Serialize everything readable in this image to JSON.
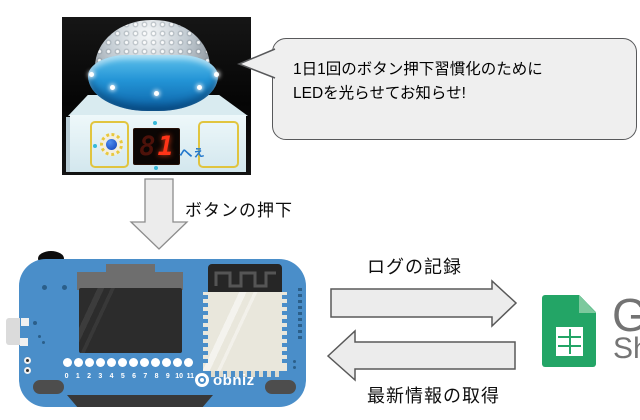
{
  "speech_bubble": {
    "line1": "1日1回のボタン押下習慣化のために",
    "line2": "LEDを光らせてお知らせ!"
  },
  "flow_labels": {
    "button_press": "ボタンの押下",
    "log_record": "ログの記録",
    "fetch_latest": "最新情報の取得"
  },
  "hee_button_device": {
    "segment_display_ghost": "8",
    "segment_display_value": "1",
    "hee_text": "へぇ"
  },
  "obniz_board": {
    "logo_text": "obniz",
    "pin_numbers": [
      "0",
      "1",
      "2",
      "3",
      "4",
      "5",
      "6",
      "7",
      "8",
      "9",
      "10",
      "11"
    ]
  },
  "google_sheets": {
    "brand_text_line1": "G",
    "brand_text_line2": "Sh"
  },
  "colors": {
    "obniz_blue": "#4a8ec9",
    "sheets_green": "#23a566",
    "sheets_fold": "#7cc99d",
    "bubble_fill": "#efefef",
    "bubble_border": "#58595b",
    "arrow_fill": "#ececec",
    "brand_gray": "#747474",
    "led_red": "#ff3418",
    "device_blue": "#2394d6"
  }
}
